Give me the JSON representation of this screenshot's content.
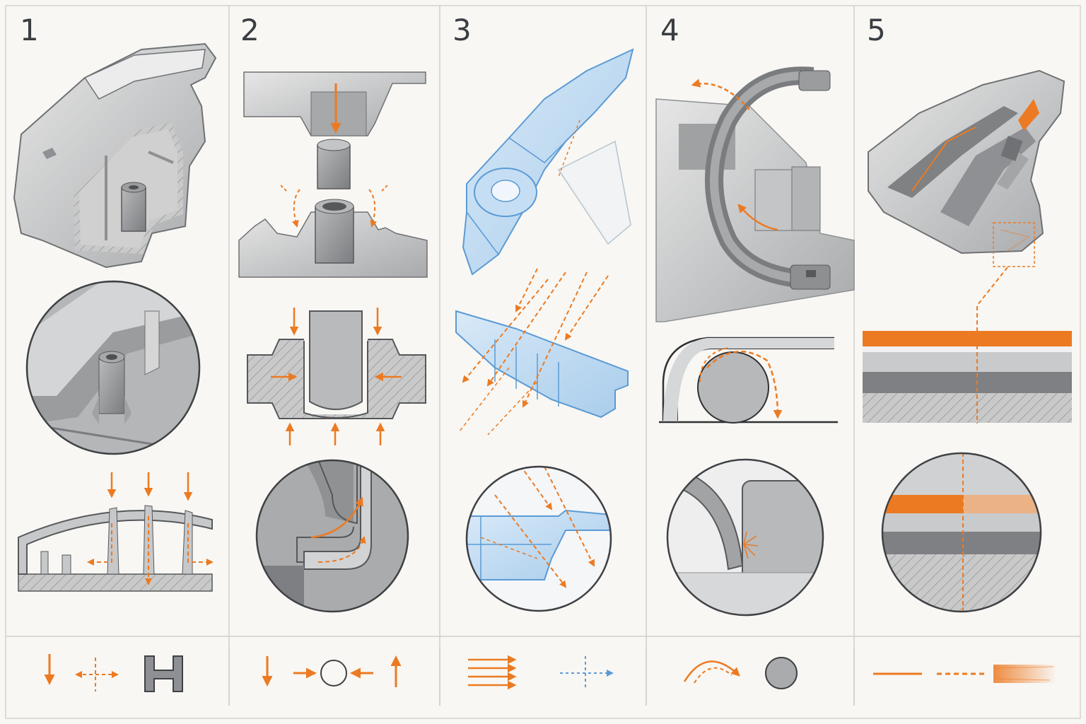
{
  "panels": [
    {
      "number": "1"
    },
    {
      "number": "2"
    },
    {
      "number": "3"
    },
    {
      "number": "4"
    },
    {
      "number": "5"
    }
  ],
  "colors": {
    "accent": "#ec7a22",
    "blue": "#5b9bd5",
    "gray_light": "#d6d6d6",
    "gray_mid": "#a9abad",
    "gray_dark": "#7f8183",
    "ink": "#3a3d42",
    "background": "#f8f7f3"
  },
  "legend_icons": [
    [
      "arrow-down-icon",
      "crosshair-arrows-icon",
      "h-beam-icon"
    ],
    [
      "arrow-down-icon",
      "circle-pressure-icon",
      "arrow-up-icon"
    ],
    [
      "parallel-arrows-icon",
      "dashed-axis-arrow-icon"
    ],
    [
      "curved-arrow-icon",
      "gray-circle-icon"
    ],
    [
      "solid-line-icon",
      "dashed-line-icon",
      "texture-smear-icon"
    ]
  ]
}
